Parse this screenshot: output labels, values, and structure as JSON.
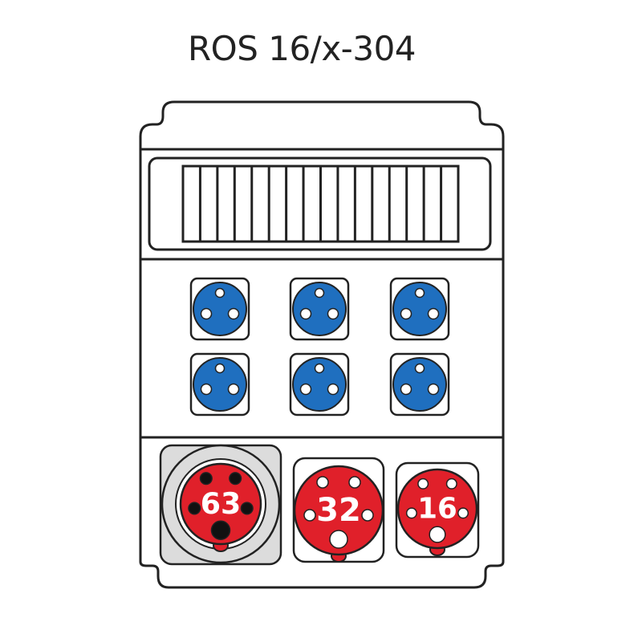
{
  "title": "ROS 16/x-304",
  "colors": {
    "outline": "#222222",
    "socket_blue": "#1f6fbf",
    "socket_red": "#e0202a",
    "gray_housing": "#dcdcdc"
  },
  "breaker_panel": {
    "module_count": 16
  },
  "sockets_230v": {
    "rows": 2,
    "columns": 3,
    "count": 6
  },
  "sockets_cee": [
    {
      "rating": "63",
      "pins": 5,
      "housing": "gray"
    },
    {
      "rating": "32",
      "pins": 5,
      "housing": "white"
    },
    {
      "rating": "16",
      "pins": 5,
      "housing": "white"
    }
  ]
}
